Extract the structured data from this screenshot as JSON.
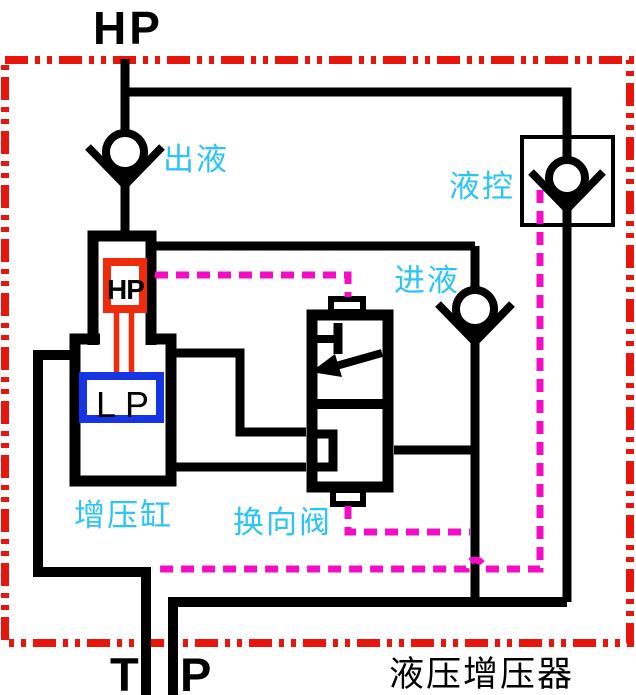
{
  "diagram": {
    "title": "液压增压器",
    "type": "hydraulic-intensifier-schematic"
  },
  "colors": {
    "red_border": "#E8150C",
    "magenta": "#F30DC5",
    "cyan": "#2BC4F3",
    "piston_red": "#F02B0B",
    "piston_blue": "#1636E6",
    "line_black": "#000000"
  },
  "labels": {
    "hp_port": "HP",
    "t_port": "T",
    "p_port": "P",
    "outlet_check_valve": "出液",
    "inlet_check_valve": "进液",
    "pilot_check_valve": "液控",
    "hp_piston": "HP",
    "lp_piston": "LP",
    "intensifier_cylinder": "增压缸",
    "directional_valve": "换向阀",
    "diagram_title": "液压增压器"
  }
}
